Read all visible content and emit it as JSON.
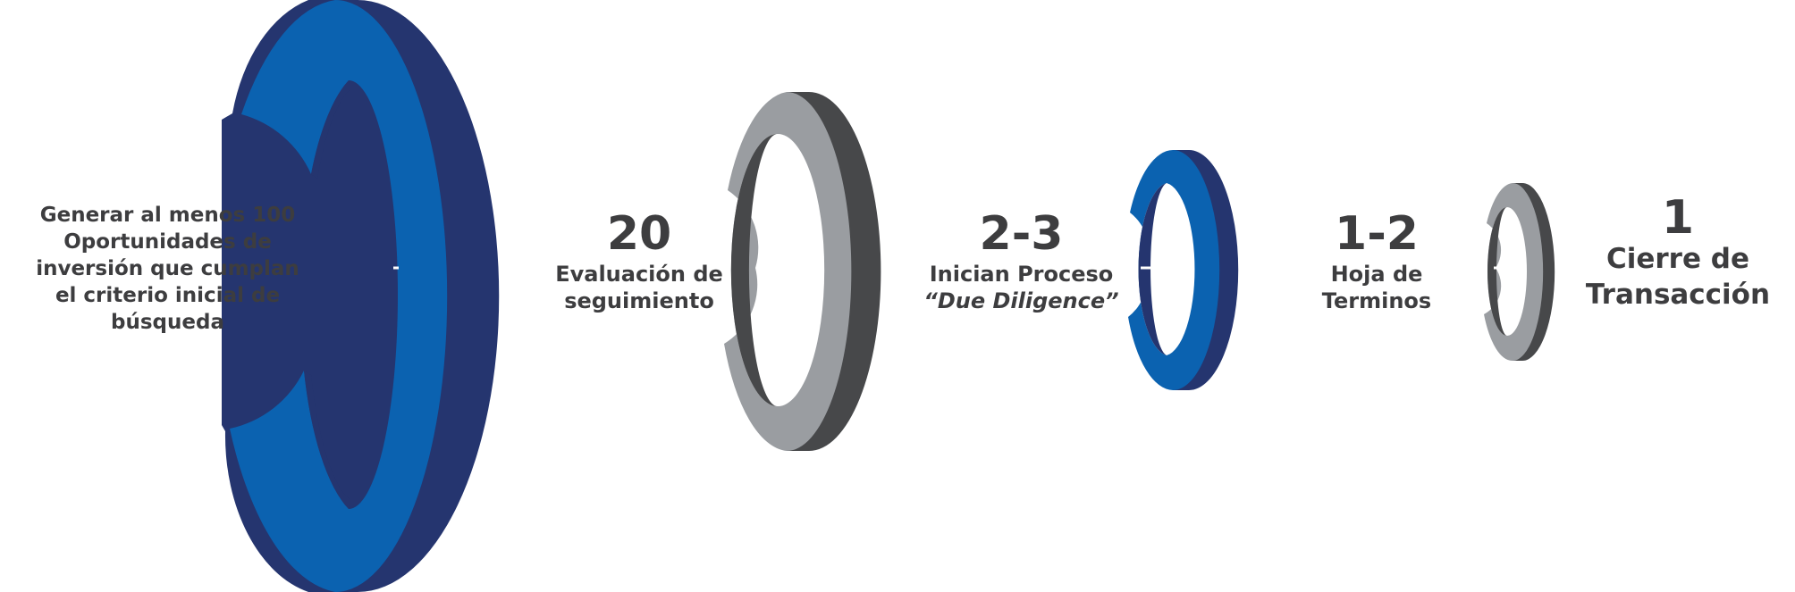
{
  "colors": {
    "blue_front": "#0b62b0",
    "blue_side": "#25356f",
    "gray_front": "#9a9da1",
    "gray_side": "#47484a",
    "text": "#3d3d3f",
    "background": "#ffffff"
  },
  "stages": [
    {
      "number": "100",
      "text_before": "Generar al menos ",
      "text_bold": "Oportunidades",
      "text_after": " de inversión que cumplan el criterio inicial de búsqueda",
      "ring_icon": "ring-blue-icon"
    },
    {
      "number": "20",
      "line1": "Evaluación de",
      "line2": "seguimiento",
      "ring_icon": "ring-gray-icon"
    },
    {
      "number": "2-3",
      "line1": "Inician Proceso",
      "line2": "“Due Diligence”",
      "ring_icon": "ring-blue-icon"
    },
    {
      "number": "1-2",
      "line1": "Hoja de",
      "line2": "Terminos",
      "ring_icon": "ring-gray-icon"
    },
    {
      "number": "1",
      "line1": "Cierre de",
      "line2": "Transacción"
    }
  ]
}
